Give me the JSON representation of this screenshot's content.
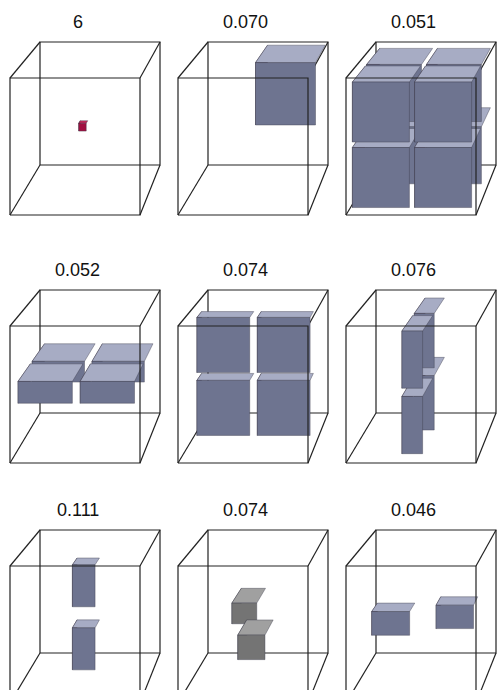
{
  "diagram": {
    "labels": [
      "6",
      "0.070",
      "0.051",
      "0.052",
      "0.074",
      "0.076",
      "0.111",
      "0.074",
      "0.046"
    ]
  }
}
